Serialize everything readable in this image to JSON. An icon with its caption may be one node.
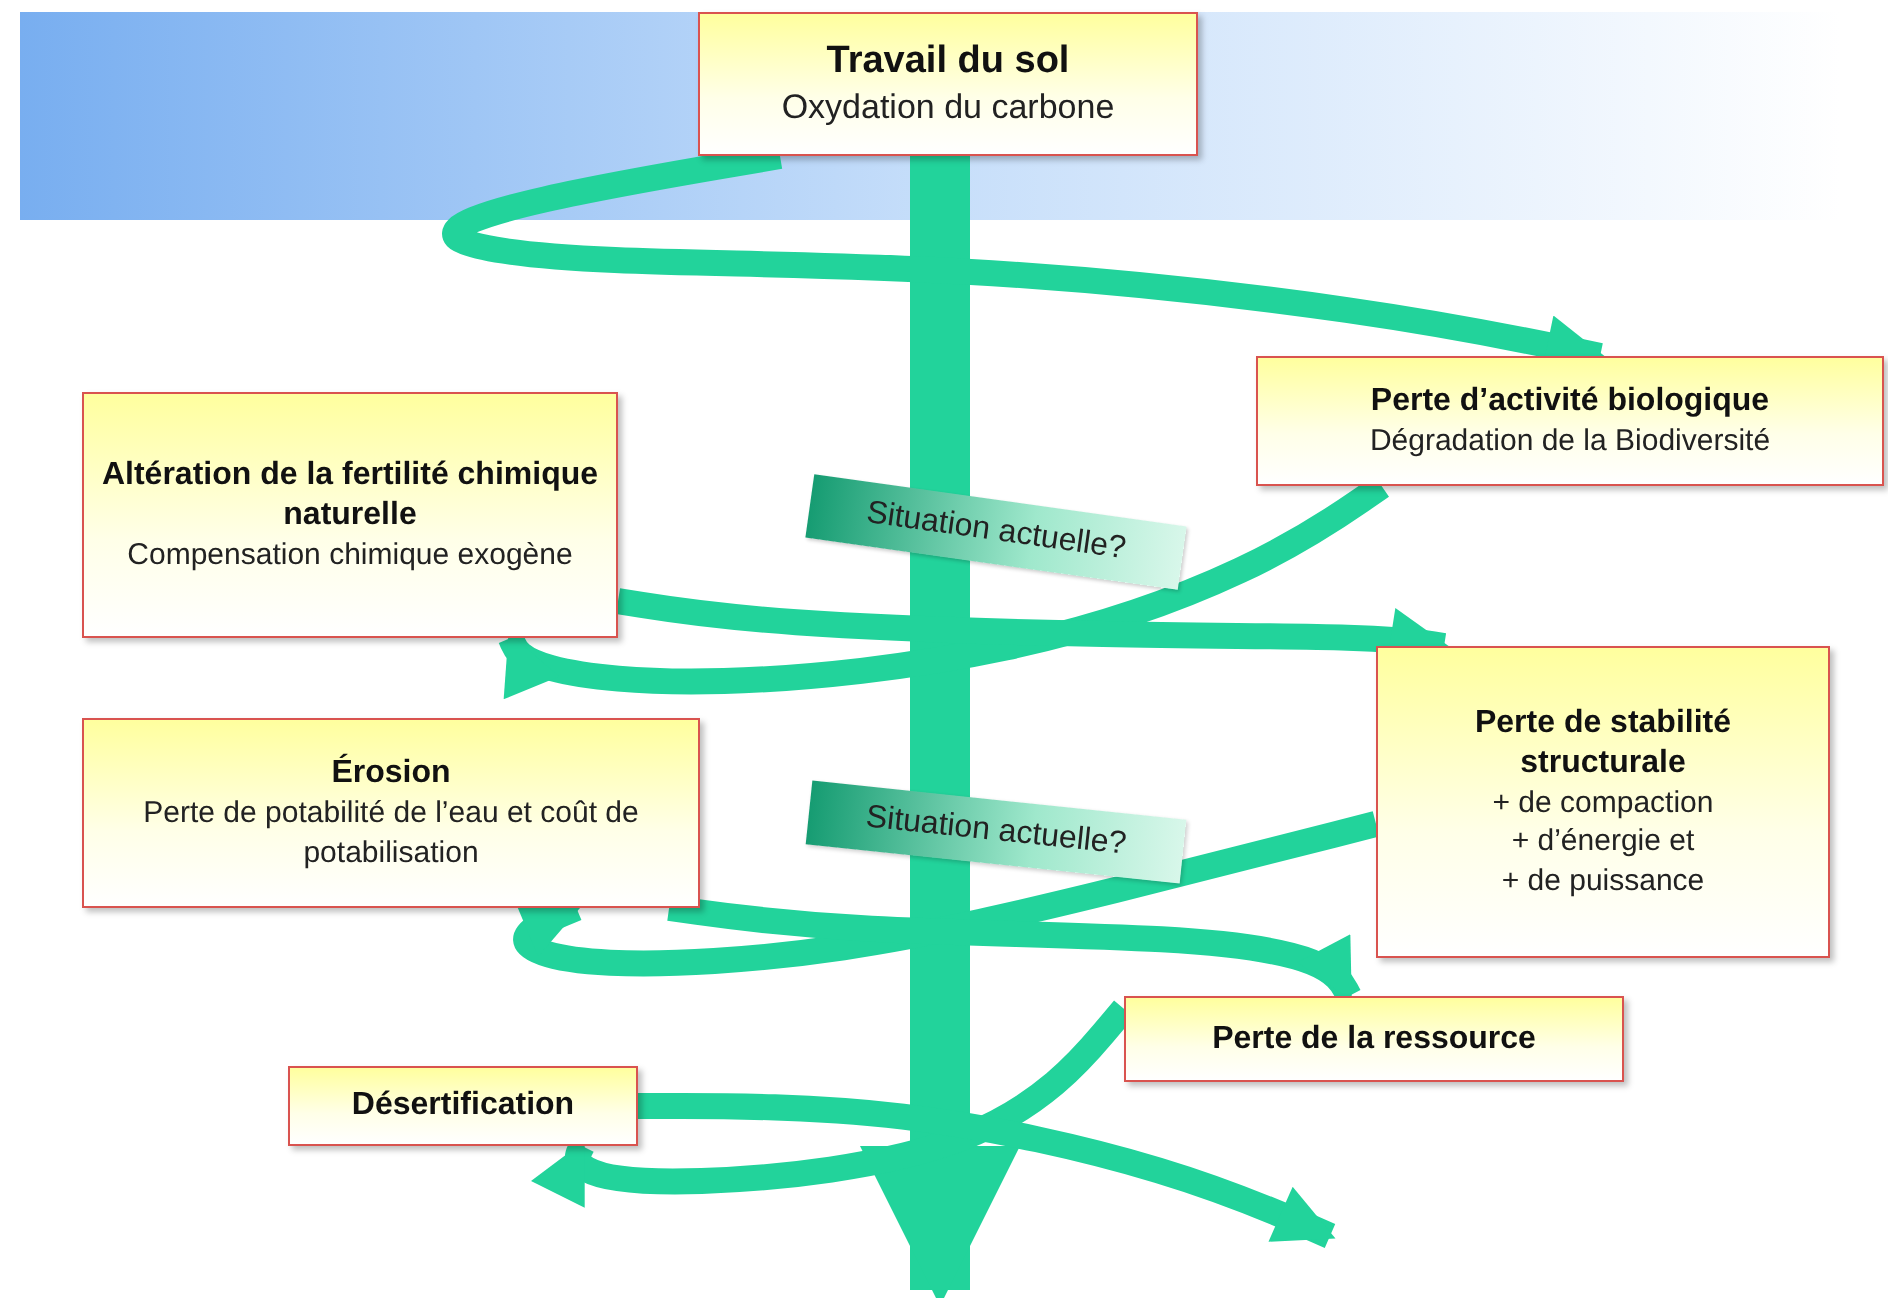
{
  "diagram": {
    "nodes": [
      {
        "text": [
          "Travail du sol",
          "Oxydation du carbone"
        ]
      },
      {
        "text": [
          "Perte d’activité biologique",
          "Dégradation de la Biodiversité"
        ]
      },
      {
        "text": [
          "Altération de la fertilité chimique naturelle",
          "Compensation chimique exogène"
        ]
      },
      {
        "text": [
          "Situation actuelle?"
        ]
      },
      {
        "text": [
          "Perte de stabilité structurale",
          "+ de compaction",
          "+ d’énergie et",
          "+ de puissance"
        ]
      },
      {
        "text": [
          "Érosion",
          "Perte de potabilité de l’eau et coût de potabilisation"
        ]
      },
      {
        "text": [
          "Situation actuelle?"
        ]
      },
      {
        "text": [
          "Perte de la ressource"
        ]
      },
      {
        "text": [
          "Désertification"
        ]
      }
    ],
    "edges": [
      {
        "from": 0,
        "to": null,
        "arrow": "to",
        "style": "thick"
      },
      {
        "from": 0,
        "to": 1,
        "arrow": "to"
      },
      {
        "from": 1,
        "to": 2,
        "arrow": "to"
      },
      {
        "from": 2,
        "to": 4,
        "arrow": "to"
      },
      {
        "from": 4,
        "to": 5,
        "arrow": "to"
      },
      {
        "from": 5,
        "to": 7,
        "arrow": "to"
      },
      {
        "from": 7,
        "to": 8,
        "arrow": "to"
      },
      {
        "from": 8,
        "to": null,
        "arrow": "to"
      }
    ]
  }
}
